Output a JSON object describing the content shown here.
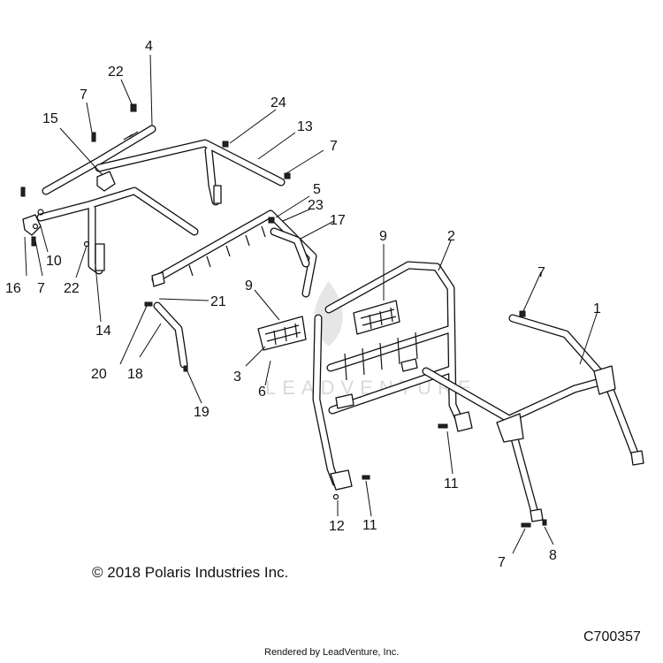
{
  "callouts": [
    {
      "label": "1"
    },
    {
      "label": "2"
    },
    {
      "label": "3"
    },
    {
      "label": "4"
    },
    {
      "label": "5"
    },
    {
      "label": "6"
    },
    {
      "label": "7"
    },
    {
      "label": "7"
    },
    {
      "label": "7"
    },
    {
      "label": "7"
    },
    {
      "label": "7"
    },
    {
      "label": "8"
    },
    {
      "label": "9"
    },
    {
      "label": "9"
    },
    {
      "label": "10"
    },
    {
      "label": "11"
    },
    {
      "label": "11"
    },
    {
      "label": "12"
    },
    {
      "label": "13"
    },
    {
      "label": "14"
    },
    {
      "label": "15"
    },
    {
      "label": "16"
    },
    {
      "label": "17"
    },
    {
      "label": "18"
    },
    {
      "label": "19"
    },
    {
      "label": "20"
    },
    {
      "label": "21"
    },
    {
      "label": "22"
    },
    {
      "label": "22"
    },
    {
      "label": "23"
    },
    {
      "label": "24"
    }
  ],
  "watermark": "LEADVENTURE",
  "copyright": "© 2018 Polaris Industries Inc.",
  "rendered_by": "Rendered by LeadVenture, Inc.",
  "diagram_id": "C700357"
}
